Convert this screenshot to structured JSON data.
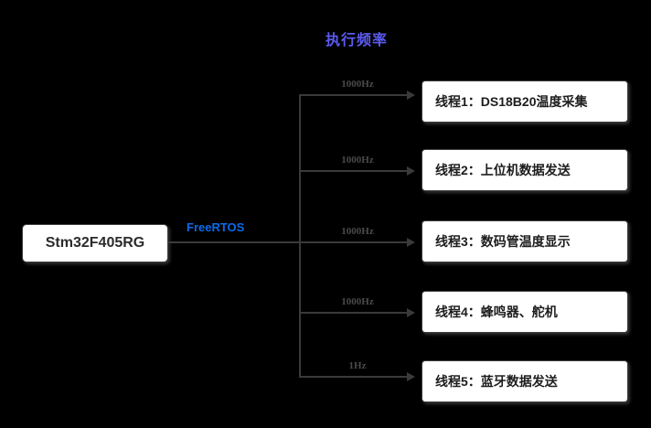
{
  "diagram": {
    "title": "执行频率",
    "background_color": "#000000",
    "title_color": "#5b5bf0",
    "source": {
      "label": "Stm32F405RG",
      "edge_label": "FreeRTOS",
      "edge_label_color": "#0b6ae8"
    },
    "branches": [
      {
        "frequency": "1000Hz",
        "thread": "线程1：DS18B20温度采集"
      },
      {
        "frequency": "1000Hz",
        "thread": "线程2：上位机数据发送"
      },
      {
        "frequency": "1000Hz",
        "thread": "线程3：数码管温度显示"
      },
      {
        "frequency": "1000Hz",
        "thread": "线程4：蜂鸣器、舵机"
      },
      {
        "frequency": "1Hz",
        "thread": "线程5：蓝牙数据发送"
      }
    ]
  }
}
